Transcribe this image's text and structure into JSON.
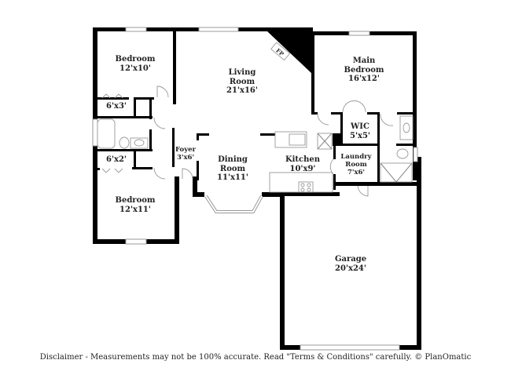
{
  "floor_plan": {
    "rooms": [
      {
        "id": "bedroom-1",
        "name": "Bedroom",
        "dims": "12'x10'"
      },
      {
        "id": "closet-1",
        "name": "6'x3'",
        "dims": ""
      },
      {
        "id": "living-room",
        "name": "Living Room",
        "name_line1": "Living",
        "name_line2": "Room",
        "dims": "21'x16'"
      },
      {
        "id": "main-bedroom",
        "name_line1": "Main",
        "name_line2": "Bedroom",
        "dims": "16'x12'"
      },
      {
        "id": "wic",
        "name": "WIC",
        "dims": "5'x5'"
      },
      {
        "id": "foyer",
        "name": "Foyer",
        "dims": "3'x6'"
      },
      {
        "id": "dining-room",
        "name_line1": "Dining",
        "name_line2": "Room",
        "dims": "11'x11'"
      },
      {
        "id": "kitchen",
        "name": "Kitchen",
        "dims": "10'x9'"
      },
      {
        "id": "laundry-room",
        "name_line1": "Laundry",
        "name_line2": "Room",
        "dims": "7'x6'"
      },
      {
        "id": "closet-2",
        "name": "6'x2'",
        "dims": ""
      },
      {
        "id": "bedroom-2",
        "name": "Bedroom",
        "dims": "12'x11'"
      },
      {
        "id": "garage",
        "name": "Garage",
        "dims": "20'x24'"
      }
    ],
    "fireplace_label": "FP"
  },
  "footer": {
    "disclaimer": "Disclaimer - Measurements may not be 100% accurate. Read \"Terms & Conditions\" carefully. © PlanOmatic"
  }
}
